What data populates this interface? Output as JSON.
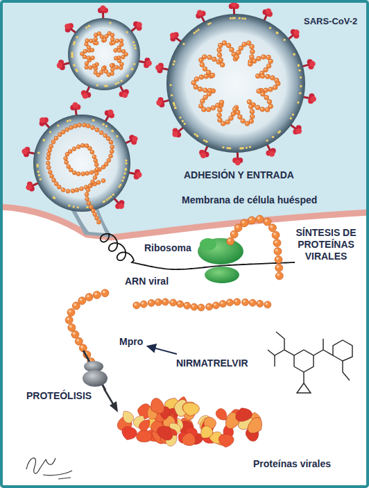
{
  "diagram": {
    "nodes": [
      {
        "text": [
          "Mpro"
        ]
      },
      {
        "text": [
          "NIRMATRELVIR"
        ]
      }
    ],
    "edges": [
      {
        "from": 1,
        "to": 0,
        "arrow": "to"
      }
    ],
    "labels": [
      "SARS-CoV-2",
      "ADHESIÓN Y ENTRADA",
      "Membrana de célula huésped",
      "Ribosoma",
      "SÍNTESIS DE PROTEÍNAS VIRALES",
      "ARN viral",
      "PROTEÓLISIS",
      "Proteínas virales"
    ]
  }
}
